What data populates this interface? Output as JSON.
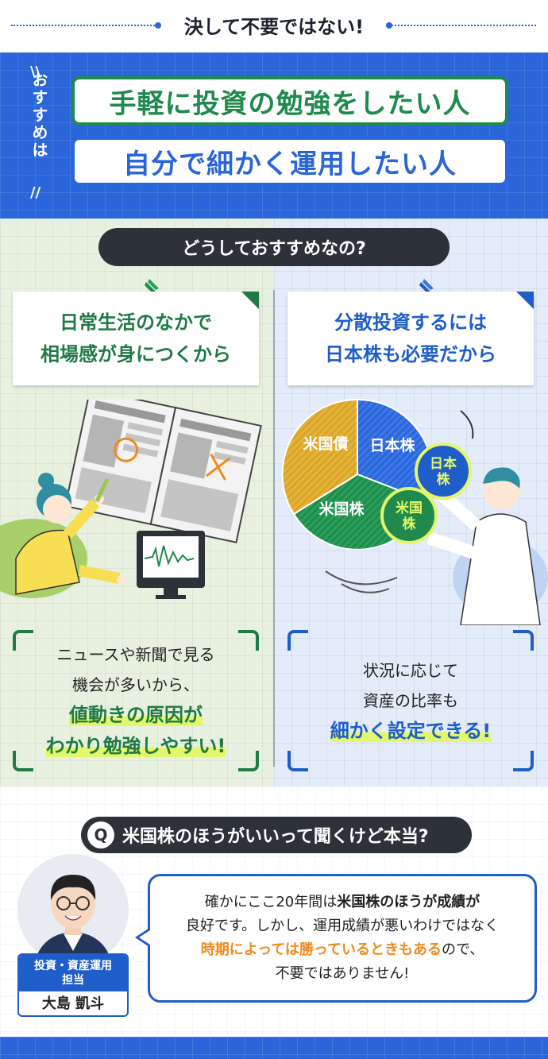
{
  "header": {
    "kicker": "決して不要ではない!",
    "recommend_label": "おすすめは",
    "pill_1": "手軽に投資の勉強をしたい人",
    "pill_2": "自分で細かく運用したい人"
  },
  "why": {
    "banner": "どうしておすすめなの?",
    "left": {
      "card_line_1": "日常生活のなかで",
      "card_line_2": "相場感が身につくから",
      "text_line_1": "ニュースや新聞で見る",
      "text_line_2": "機会が多いから、",
      "highlight_1": "値動きの原因が",
      "highlight_2": "わかり勉強しやすい!"
    },
    "right": {
      "card_line_1": "分散投資するには",
      "card_line_2": "日本株も必要だから",
      "pie_labels": {
        "japan": "日本株",
        "us_stock": "米国株",
        "us_bond": "米国債",
        "coin_japan_1": "日本",
        "coin_japan_2": "株",
        "coin_us_1": "米国",
        "coin_us_2": "株"
      },
      "text_line_1": "状況に応じて",
      "text_line_2": "資産の比率も",
      "highlight_1": "細かく設定できる!"
    }
  },
  "qa": {
    "q_mark": "Q",
    "question": "米国株のほうがいいって聞くけど本当?",
    "role": "投資・資産運用担当",
    "role_line_1": "投資・資産運用",
    "role_line_2": "担当",
    "name": "大島 凱斗",
    "answer_1a": "確かにここ20年間は",
    "answer_1b": "米国株のほうが成績が",
    "answer_2": "良好です。しかし、運用成績が悪いわけではなく",
    "answer_3a": "時期によっては勝っているときもある",
    "answer_3b": "ので、",
    "answer_4": "不要ではありません!"
  },
  "colors": {
    "brand_blue": "#2a65d9",
    "brand_green": "#1f7a45",
    "highlight_yellow": "#e3f76a",
    "accent_orange": "#f08a1c"
  }
}
